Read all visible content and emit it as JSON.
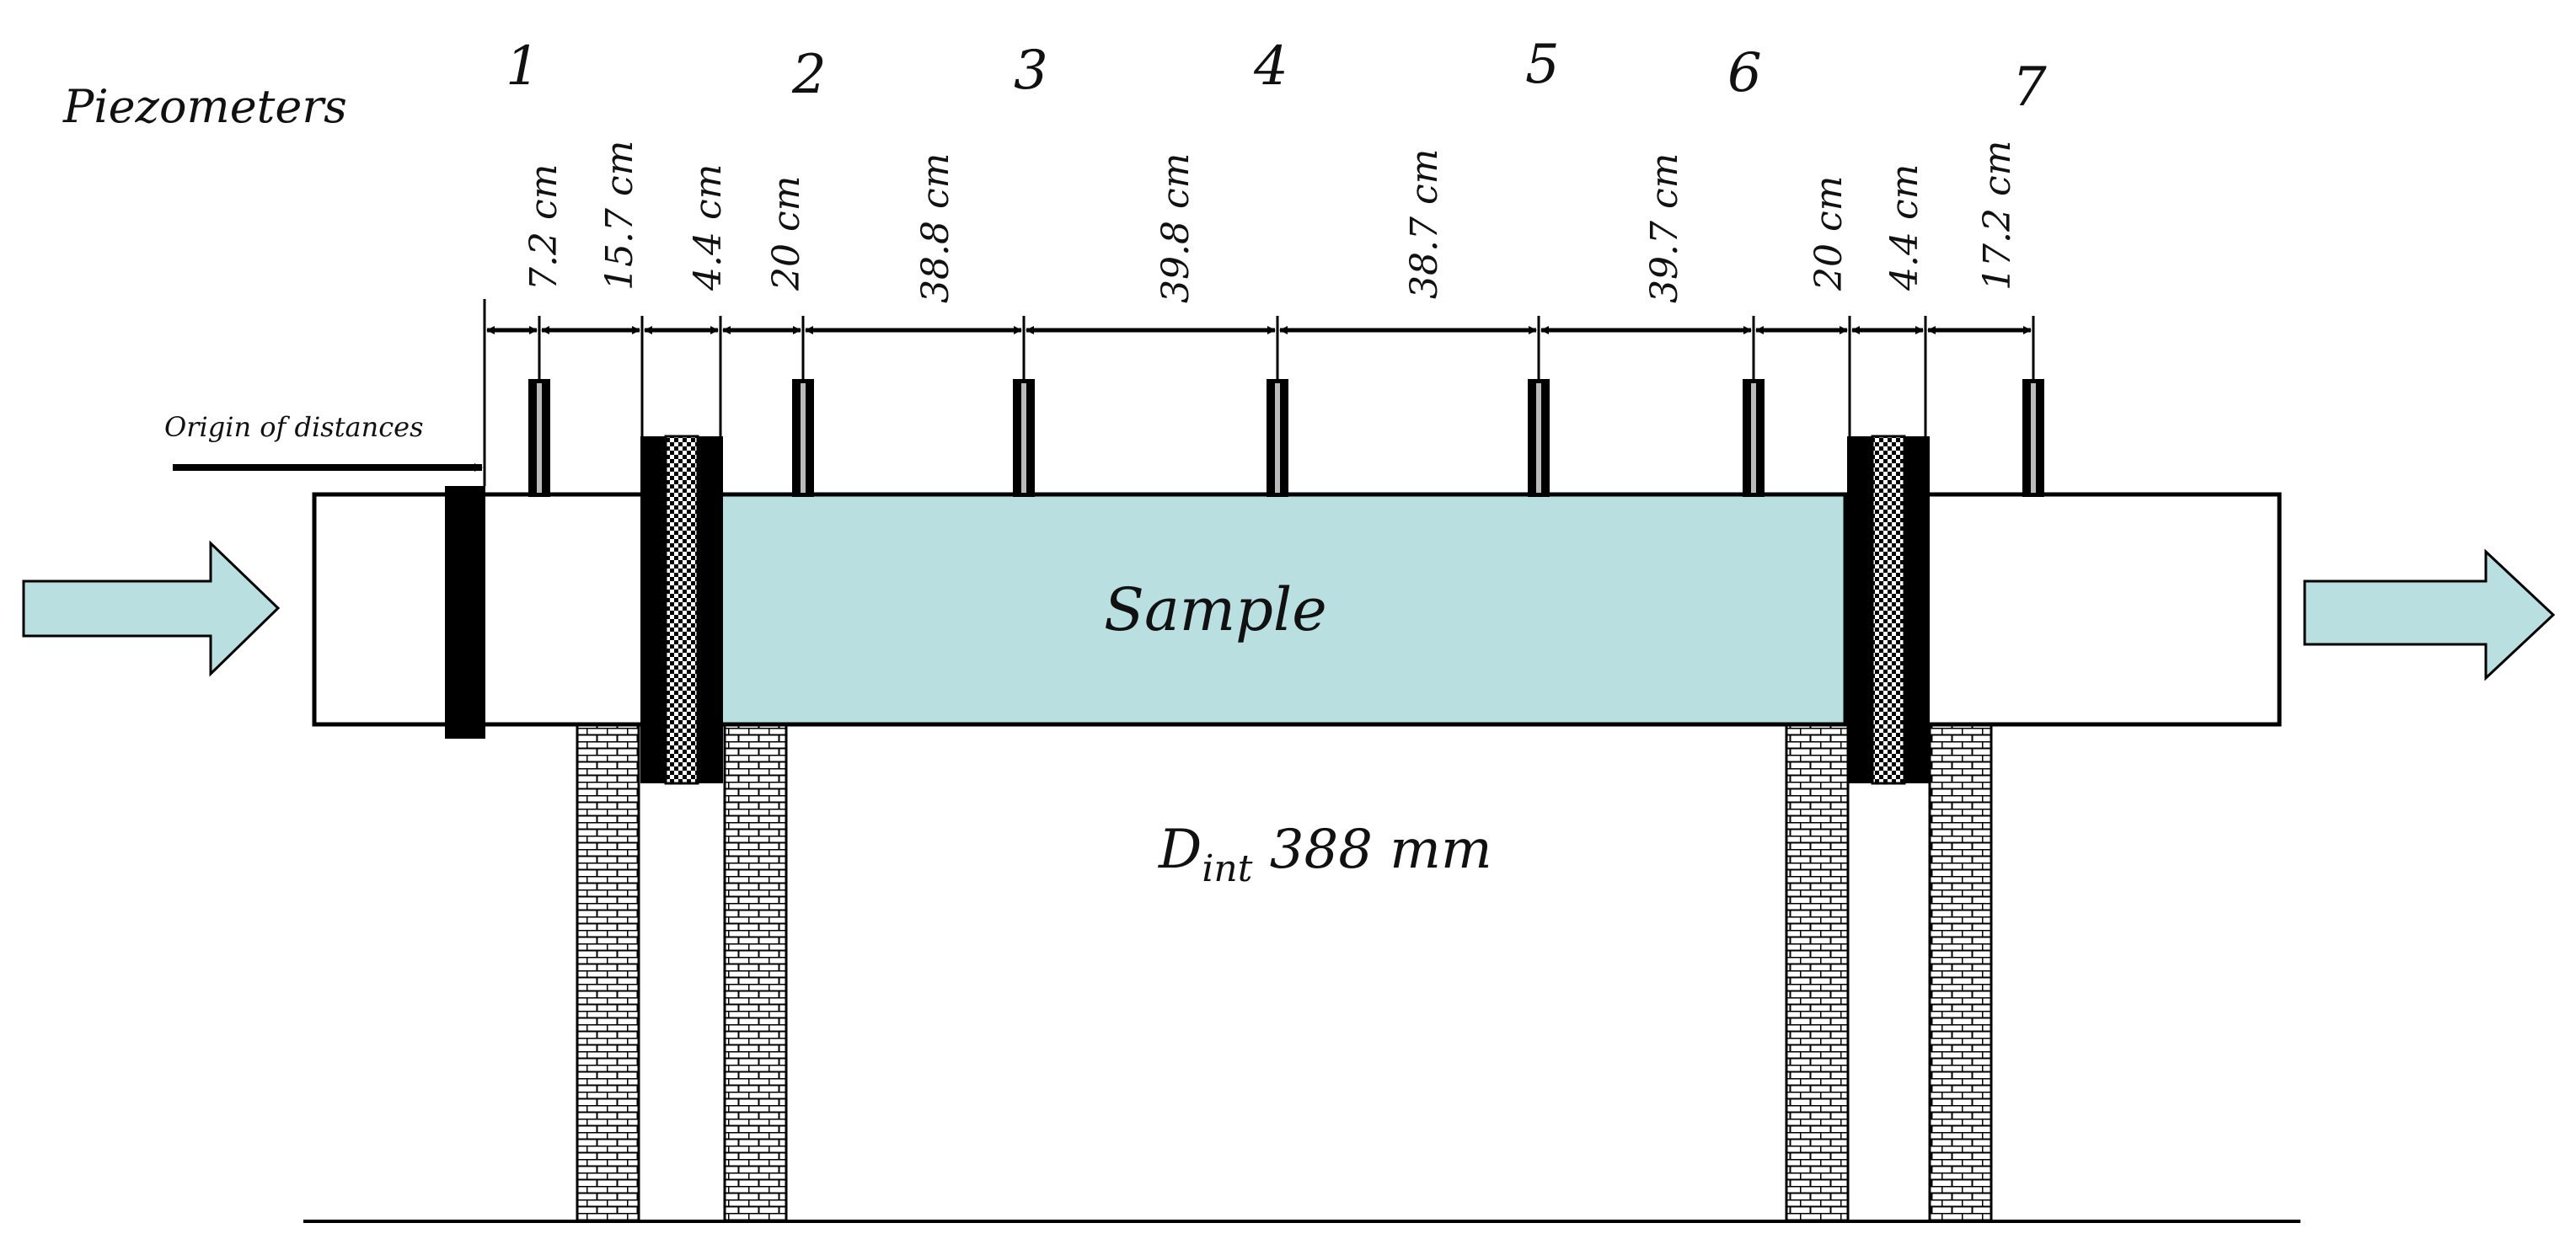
{
  "labels": {
    "piezometers": "Piezometers",
    "origin": "Origin of distances",
    "sample": "Sample",
    "diameter_main": "D",
    "diameter_sub": "int",
    "diameter_value": " 388 mm"
  },
  "piezometers": [
    "1",
    "2",
    "3",
    "4",
    "5",
    "6",
    "7"
  ],
  "distances": [
    "7.2 cm",
    "15.7 cm",
    "4.4 cm",
    "20 cm",
    "38.8 cm",
    "39.8 cm",
    "38.7 cm",
    "39.7 cm",
    "20 cm",
    "4.4 cm",
    "17.2 cm"
  ],
  "colors": {
    "sample_fill": "#b9dfe1",
    "arrow_fill": "#b9dfe1",
    "stroke": "#000000"
  },
  "icons": {
    "inlet": "flow-in-arrow-icon",
    "outlet": "flow-out-arrow-icon"
  }
}
